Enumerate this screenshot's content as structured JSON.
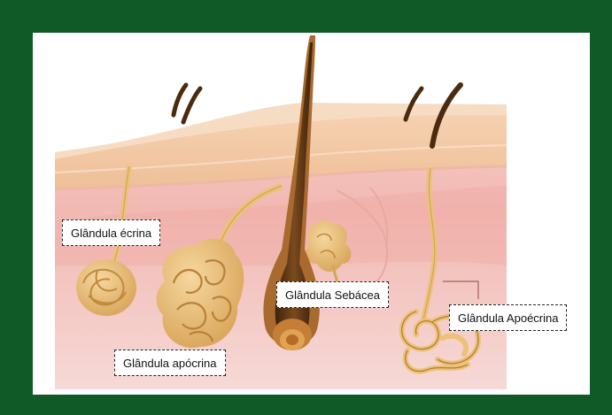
{
  "labels": {
    "eccrine": "Glândula écrina",
    "sebaceous": "Glândula Sebácea",
    "apoeccrine": "Glândula Apoécrina",
    "apocrine": "Glândula apócrina"
  },
  "colors": {
    "frame": "#0f5a26",
    "panel": "#ffffff",
    "epidermis": "#f1c8a3",
    "dermis": "#f2b7b0",
    "gland": "#ecc27a",
    "hair": "#5b3412"
  }
}
